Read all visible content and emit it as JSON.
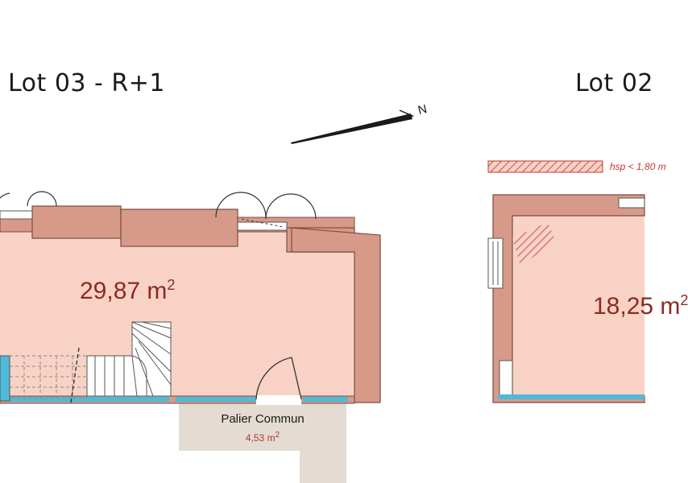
{
  "plans": {
    "left_title": "Lot 03 - R+1",
    "right_title": "Lot 02",
    "main_room_area": "29,87 m",
    "right_room_area": "18,25 m",
    "area_unit_exponent": "2"
  },
  "common_landing": {
    "label": "Palier Commun",
    "area": "4,53 m",
    "area_unit_exponent": "2"
  },
  "legend": {
    "hatch_label": "hsp < 1,80 m"
  },
  "compass": {
    "north_label": "N"
  },
  "colors": {
    "room_fill": "#f8d3c5",
    "wall_fill": "#d79a89",
    "wall_stroke": "#7a4b44",
    "window_blue": "#4fb9d9",
    "landing_fill": "#e4dbd2",
    "hatch": "#d9645a"
  }
}
